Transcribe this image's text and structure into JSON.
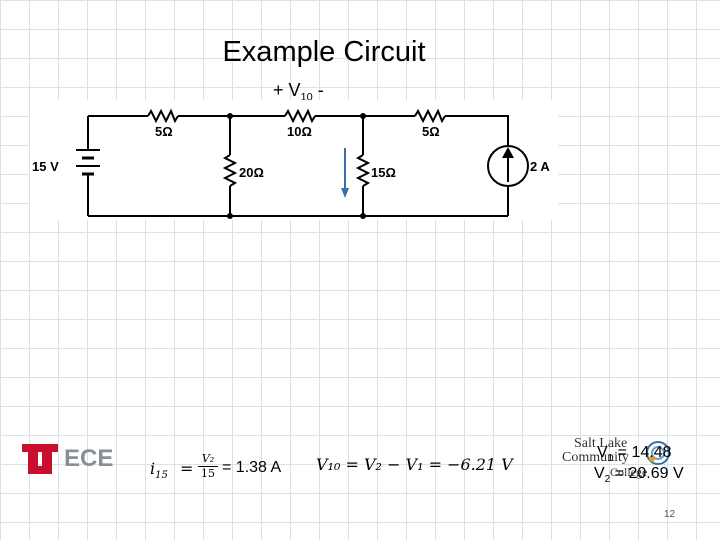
{
  "slide": {
    "title": "Example Circuit",
    "page_number": "12"
  },
  "v10_label": {
    "prefix": "+ V",
    "subscript": "10",
    "suffix": " -"
  },
  "circuit": {
    "source_voltage": "15 V",
    "r_top_left": "5Ω",
    "r_top_mid": "10Ω",
    "r_top_right": "5Ω",
    "r_vertical_1": "20Ω",
    "r_vertical_2": "15Ω",
    "current_source": "2 A"
  },
  "equations": {
    "i15_lhs": "i",
    "i15_sub": "15",
    "eq_sign": "=",
    "frac_num": "V₂",
    "frac_den": "15",
    "i15_result": "= 1.38 A",
    "v10_expr": "V₁₀ = V₂ − V₁ = −6.21 V"
  },
  "results": {
    "v1_label": "V",
    "v1_sub": "1",
    "v1_value": " = 14.48",
    "v2_label": "V",
    "v2_sub": "2",
    "v2_value": " = 20.69 V"
  },
  "logos": {
    "ece_text": "ECE",
    "college_line1": "Salt Lake",
    "college_line2": "Community",
    "college_line3": "College"
  },
  "colors": {
    "grid": "#d6e3ee",
    "logo_red": "#c8102e",
    "arrow_blue": "#3a6ea8"
  }
}
